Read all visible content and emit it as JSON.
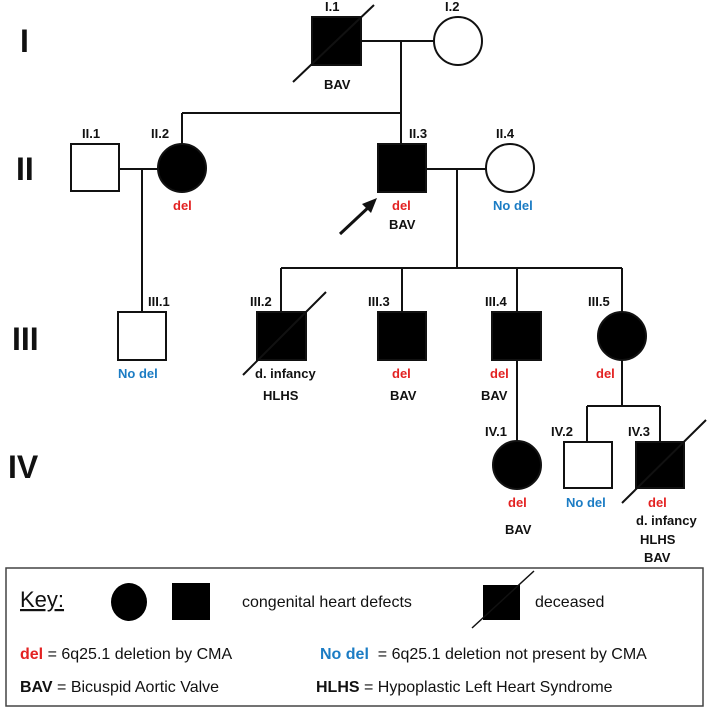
{
  "generations": [
    "I",
    "II",
    "III",
    "IV"
  ],
  "individuals": {
    "I1": {
      "id": "I.1",
      "sex": "male",
      "affected": true,
      "deceased": true,
      "notes": [
        "BAV"
      ]
    },
    "I2": {
      "id": "I.2",
      "sex": "female",
      "affected": false
    },
    "II1": {
      "id": "II.1",
      "sex": "male",
      "affected": false
    },
    "II2": {
      "id": "II.2",
      "sex": "female",
      "affected": true,
      "status": "del"
    },
    "II3": {
      "id": "II.3",
      "sex": "male",
      "affected": true,
      "proband": true,
      "status": "del",
      "notes": [
        "BAV"
      ]
    },
    "II4": {
      "id": "II.4",
      "sex": "female",
      "affected": false,
      "status": "No del"
    },
    "III1": {
      "id": "III.1",
      "sex": "male",
      "affected": false,
      "status": "No del"
    },
    "III2": {
      "id": "III.2",
      "sex": "male",
      "affected": true,
      "deceased": true,
      "notes": [
        "d. infancy",
        "HLHS"
      ]
    },
    "III3": {
      "id": "III.3",
      "sex": "male",
      "affected": true,
      "status": "del",
      "notes": [
        "BAV"
      ]
    },
    "III4": {
      "id": "III.4",
      "sex": "male",
      "affected": true,
      "status": "del",
      "notes": [
        "BAV"
      ]
    },
    "III5": {
      "id": "III.5",
      "sex": "female",
      "affected": true,
      "status": "del"
    },
    "IV1": {
      "id": "IV.1",
      "sex": "female",
      "affected": true,
      "status": "del",
      "notes": [
        "BAV"
      ]
    },
    "IV2": {
      "id": "IV.2",
      "sex": "male",
      "affected": false,
      "status": "No del"
    },
    "IV3": {
      "id": "IV.3",
      "sex": "male",
      "affected": true,
      "deceased": true,
      "status": "del",
      "notes": [
        "d. infancy",
        "HLHS",
        "BAV"
      ]
    }
  },
  "key": {
    "title": "Key:",
    "chd_label": "congenital heart defects",
    "deceased_label": "deceased",
    "del_term": "del",
    "del_def": " = 6q25.1 deletion by CMA",
    "nodel_term": "No del",
    "nodel_def": "  = 6q25.1 deletion not present by CMA",
    "bav_term": "BAV",
    "bav_def": " = Bicuspid Aortic Valve",
    "hlhs_term": "HLHS",
    "hlhs_def": " = Hypoplastic Left Heart Syndrome"
  },
  "colors": {
    "del": "#e32222",
    "no_del": "#1b7cc4",
    "affected": "#000000"
  }
}
